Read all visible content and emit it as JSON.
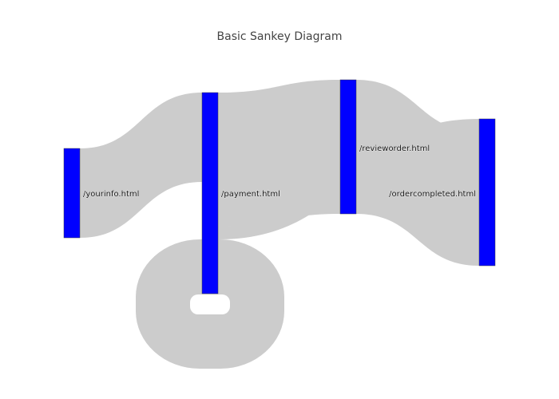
{
  "chart_data": {
    "type": "sankey",
    "title": "Basic Sankey Diagram",
    "nodes": [
      {
        "label": "/yourinfo.html",
        "color": "#0000ff"
      },
      {
        "label": "/payment.html",
        "color": "#0000ff"
      },
      {
        "label": "/revieworder.html",
        "color": "#0000ff"
      },
      {
        "label": "/ordercompleted.html",
        "color": "#0000ff"
      }
    ],
    "links": [
      {
        "source": 0,
        "target": 1,
        "value": 14
      },
      {
        "source": 1,
        "target": 1,
        "value": 8.5
      },
      {
        "source": 1,
        "target": 2,
        "value": 21
      },
      {
        "source": 1,
        "target": 3,
        "value": 2
      },
      {
        "source": 2,
        "target": 3,
        "value": 21
      }
    ],
    "link_color": "#cccccc"
  }
}
